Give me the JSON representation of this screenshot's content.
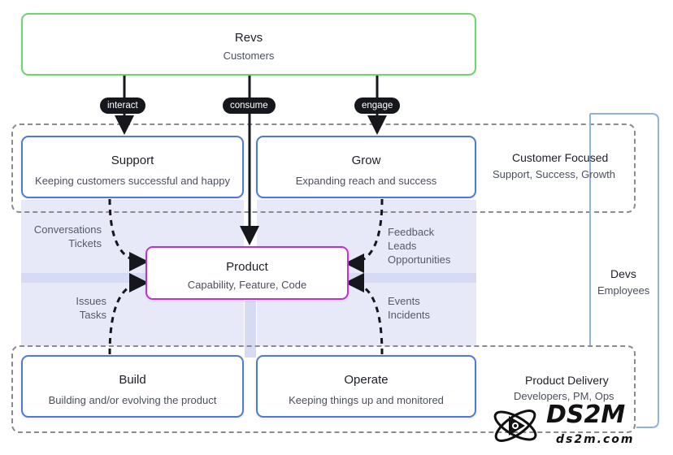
{
  "revs": {
    "title": "Revs",
    "subtitle": "Customers"
  },
  "pills": {
    "interact": "interact",
    "consume": "consume",
    "engage": "engage"
  },
  "support": {
    "title": "Support",
    "subtitle": "Keeping customers successful and happy"
  },
  "grow": {
    "title": "Grow",
    "subtitle": "Expanding reach and success"
  },
  "product": {
    "title": "Product",
    "subtitle": "Capability, Feature, Code"
  },
  "build": {
    "title": "Build",
    "subtitle": "Building and/or evolving the product"
  },
  "operate": {
    "title": "Operate",
    "subtitle": "Keeping things up and monitored"
  },
  "groups": {
    "customer_focused": {
      "title": "Customer Focused",
      "subtitle": "Support, Success, Growth"
    },
    "product_delivery": {
      "title": "Product Delivery",
      "subtitle": "Developers, PM, Ops"
    },
    "devs": {
      "title": "Devs",
      "subtitle": "Employees"
    }
  },
  "edge_labels": {
    "support_product": [
      "Conversations",
      "Tickets"
    ],
    "grow_product": [
      "Feedback",
      "Leads",
      "Opportunities"
    ],
    "build_product": [
      "Issues",
      "Tasks"
    ],
    "operate_product": [
      "Events",
      "Incidents"
    ]
  },
  "watermark": {
    "brand": "DS2M",
    "url": "ds2m.com"
  }
}
